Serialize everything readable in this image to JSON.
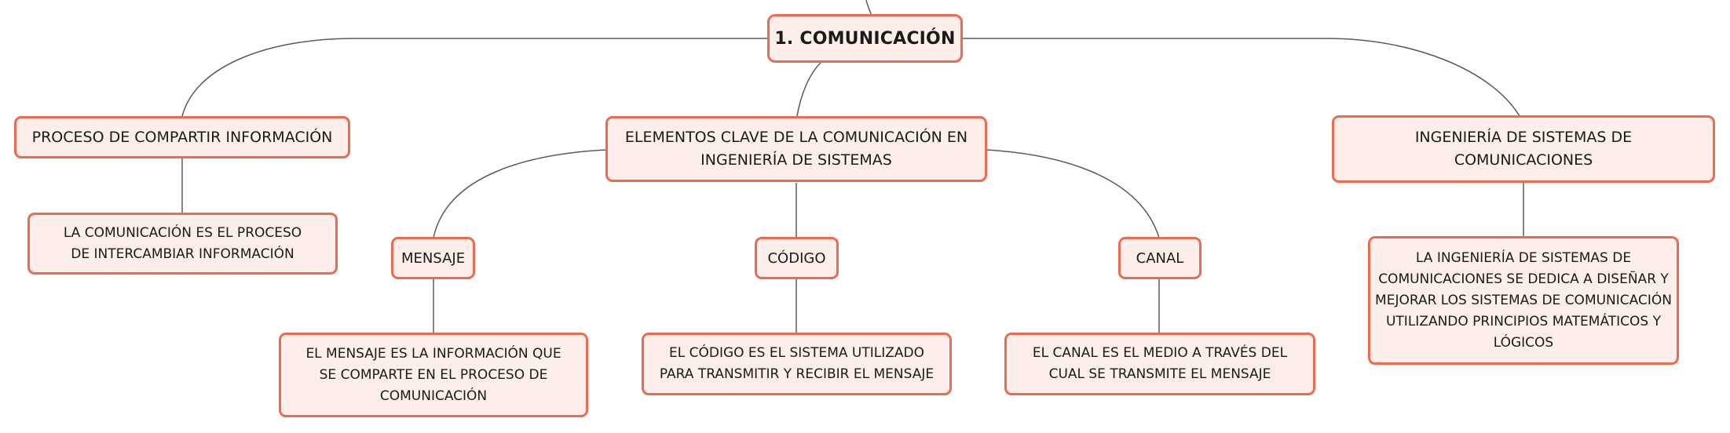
{
  "map": {
    "root": {
      "label": "1. COMUNICACIÓN"
    },
    "topics": {
      "proceso": {
        "label": "PROCESO DE COMPARTIR INFORMACIÓN",
        "detail": "LA COMUNICACIÓN ES EL PROCESO DE INTERCAMBIAR INFORMACIÓN"
      },
      "elementos": {
        "label": "ELEMENTOS CLAVE DE LA COMUNICACIÓN EN INGENIERÍA DE SISTEMAS",
        "children": {
          "mensaje": {
            "label": "MENSAJE",
            "detail": "EL MENSAJE ES LA INFORMACIÓN QUE SE COMPARTE EN EL PROCESO DE COMUNICACIÓN"
          },
          "codigo": {
            "label": "CÓDIGO",
            "detail": "EL CÓDIGO ES EL SISTEMA UTILIZADO PARA TRANSMITIR Y RECIBIR EL MENSAJE"
          },
          "canal": {
            "label": "CANAL",
            "detail": "EL CANAL ES EL MEDIO A TRAVÉS DEL CUAL SE TRANSMITE EL MENSAJE"
          }
        }
      },
      "ingenieria": {
        "label": "INGENIERÍA DE SISTEMAS DE COMUNICACIONES",
        "detail": "LA INGENIERÍA DE SISTEMAS DE COMUNICACIONES SE DEDICA A DISEÑAR Y MEJORAR LOS SISTEMAS DE COMUNICACIÓN UTILIZANDO PRINCIPIOS MATEMÁTICOS Y LÓGICOS"
      }
    }
  },
  "colors": {
    "node_fill": "#fdeee9",
    "node_border": "#ea6a52",
    "connector": "#5a5a5a",
    "text": "#1a1a1a"
  }
}
